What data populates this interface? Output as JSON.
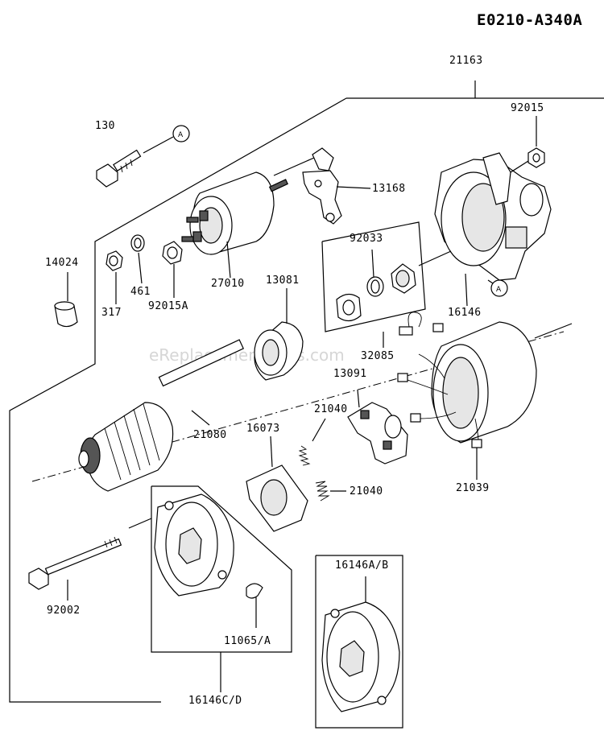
{
  "diagram": {
    "code": "E0210-A340A",
    "watermark": "eReplacementParts.com",
    "callout": "A",
    "labels": {
      "p21163": "21163",
      "p130": "130",
      "p92015": "92015",
      "p13168": "13168",
      "p14024": "14024",
      "p461": "461",
      "p317": "317",
      "p92015A": "92015A",
      "p27010": "27010",
      "p13081": "13081",
      "p92033": "92033",
      "p16146": "16146",
      "p32085": "32085",
      "p13091": "13091",
      "p21080": "21080",
      "p16073": "16073",
      "p21040a": "21040",
      "p21040b": "21040",
      "p21039": "21039",
      "p16146AB": "16146A/B",
      "p92002": "92002",
      "p11065A": "11065/A",
      "p16146CD": "16146C/D"
    }
  }
}
